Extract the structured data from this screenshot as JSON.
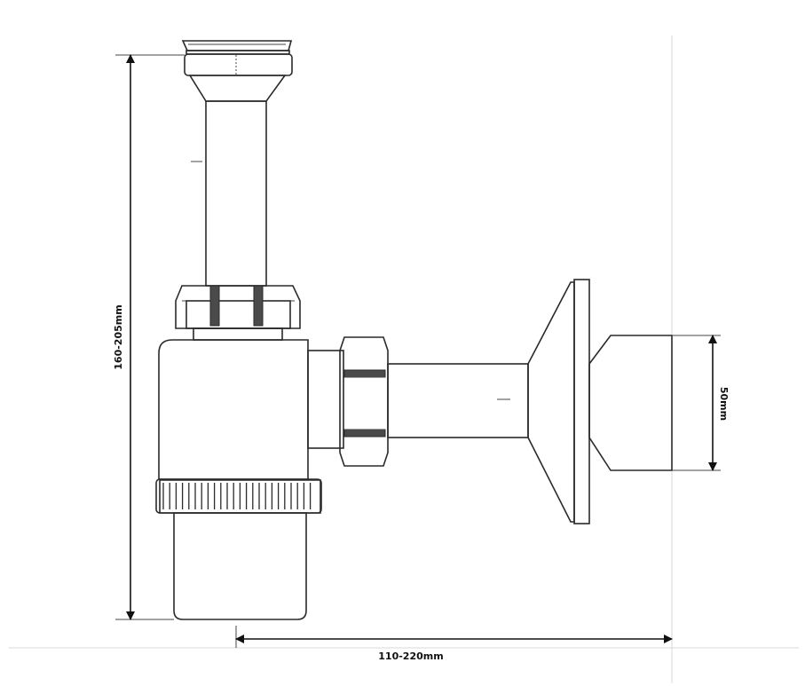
{
  "dimensions": {
    "height_label": "160-205mm",
    "width_label": "110-220mm",
    "outlet_diameter_label": "50mm"
  },
  "colors": {
    "line": "#2a2a2a",
    "background": "#ffffff"
  }
}
